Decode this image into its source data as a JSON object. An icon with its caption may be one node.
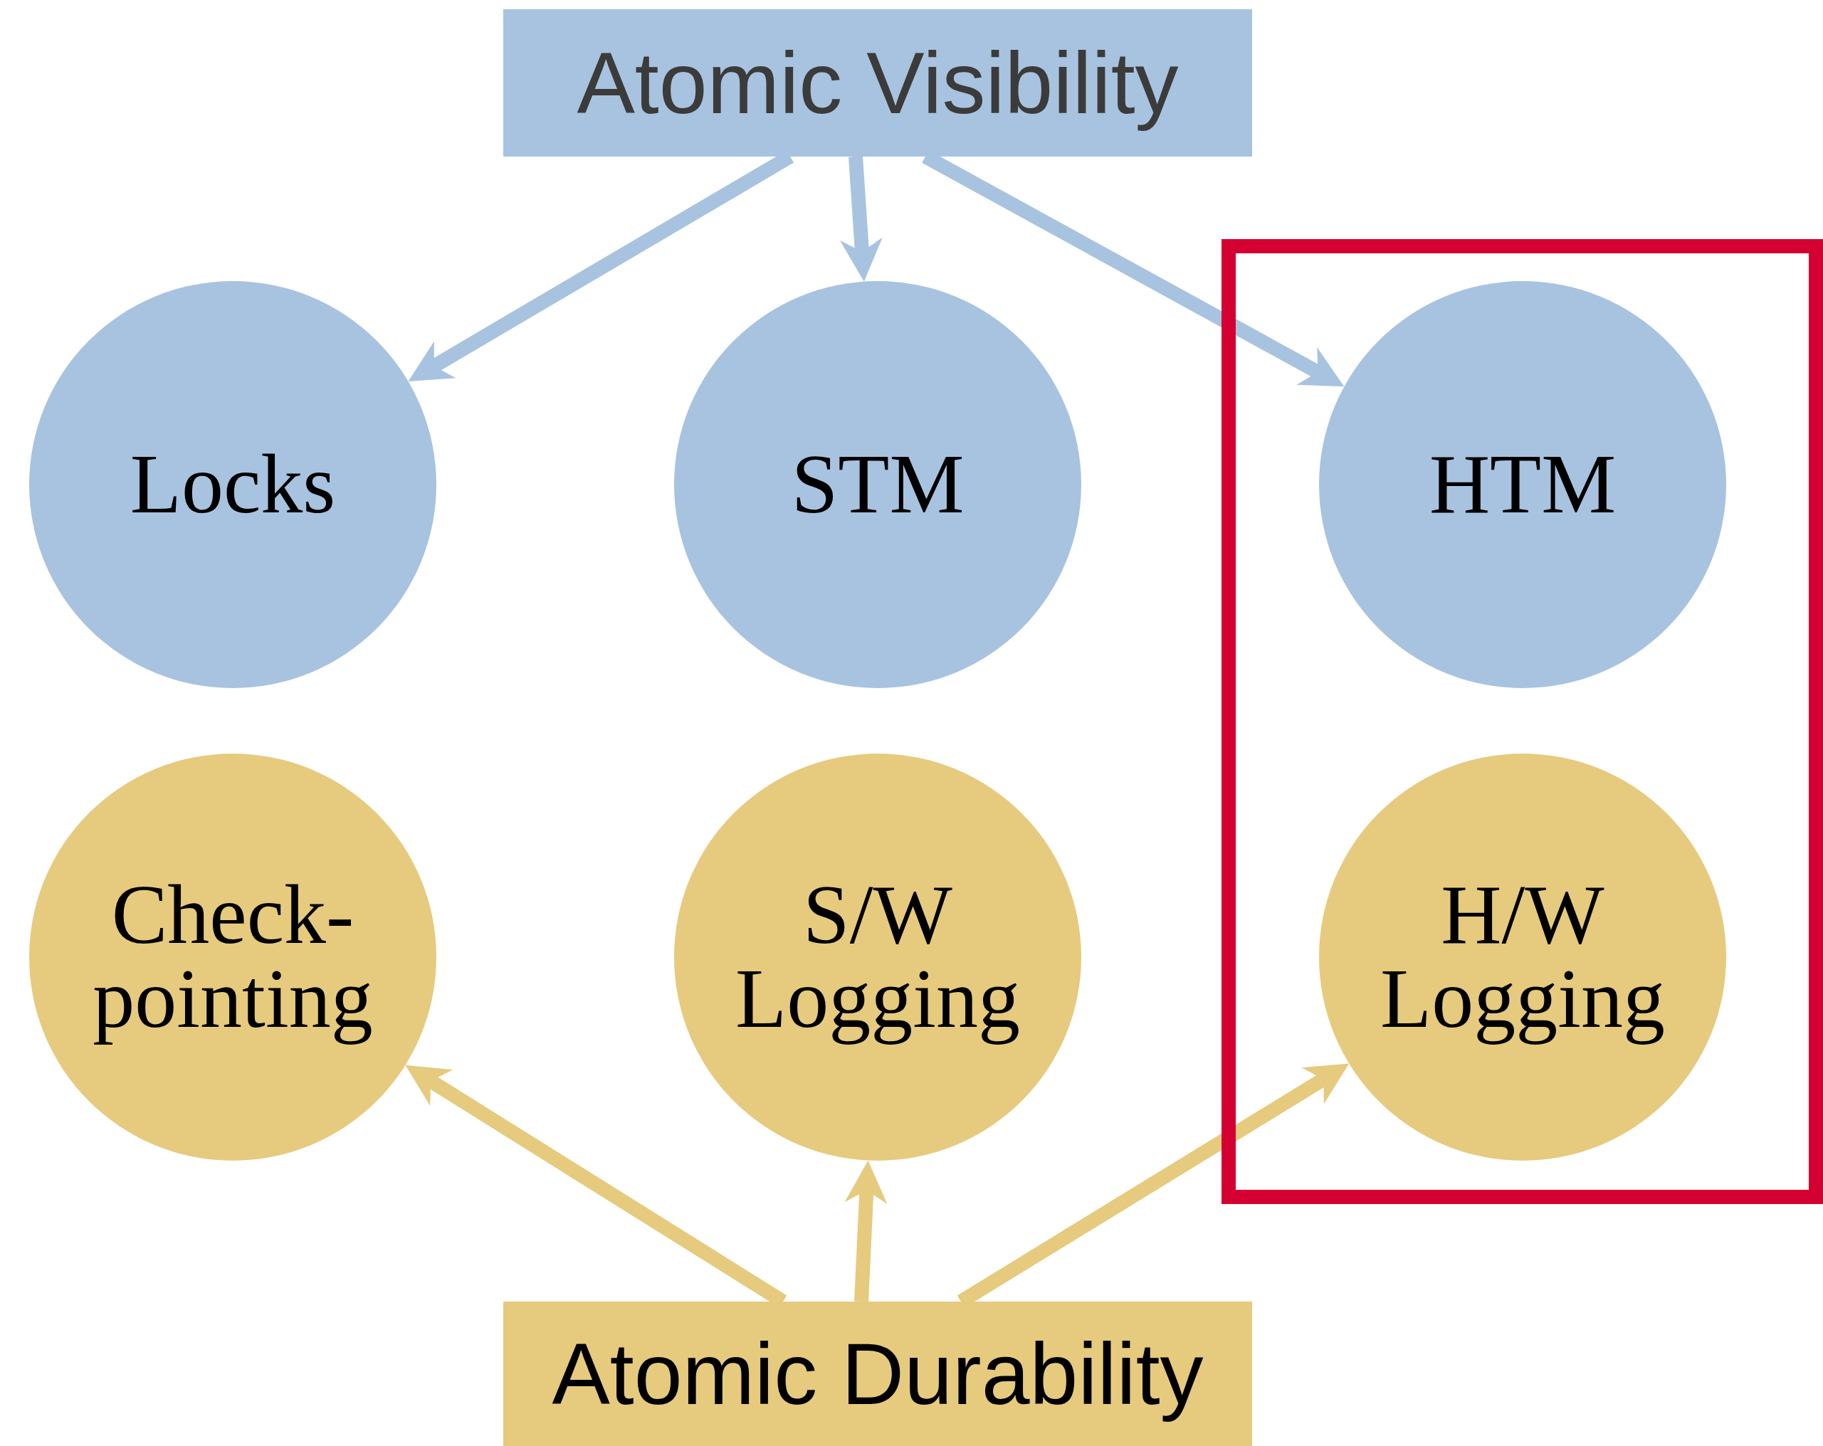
{
  "diagram": {
    "nodes": [
      {
        "text": [
          "Atomic Visibility"
        ]
      },
      {
        "text": [
          "Locks"
        ]
      },
      {
        "text": [
          "STM"
        ]
      },
      {
        "text": [],
        "shape": "box"
      },
      {
        "text": [
          "HTM"
        ],
        "in": 3
      },
      {
        "text": [
          "Check- pointing"
        ]
      },
      {
        "text": [
          "S/W Logging"
        ]
      },
      {
        "text": [
          "H/W Logging"
        ],
        "in": 3
      },
      {
        "text": [
          "Atomic Durability"
        ]
      }
    ],
    "edges": [
      {
        "from": 0,
        "to": 1,
        "arrow": "to",
        "color": "#a8c3df"
      },
      {
        "from": 0,
        "to": 2,
        "arrow": "to",
        "color": "#a8c3df"
      },
      {
        "from": 0,
        "to": 4,
        "arrow": "to",
        "color": "#a8c3df"
      },
      {
        "from": 8,
        "to": 5,
        "arrow": "to",
        "color": "#e6ca7e"
      },
      {
        "from": 8,
        "to": 6,
        "arrow": "to",
        "color": "#e6ca7e"
      },
      {
        "from": 8,
        "to": 7,
        "arrow": "to",
        "color": "#e6ca7e"
      }
    ]
  }
}
